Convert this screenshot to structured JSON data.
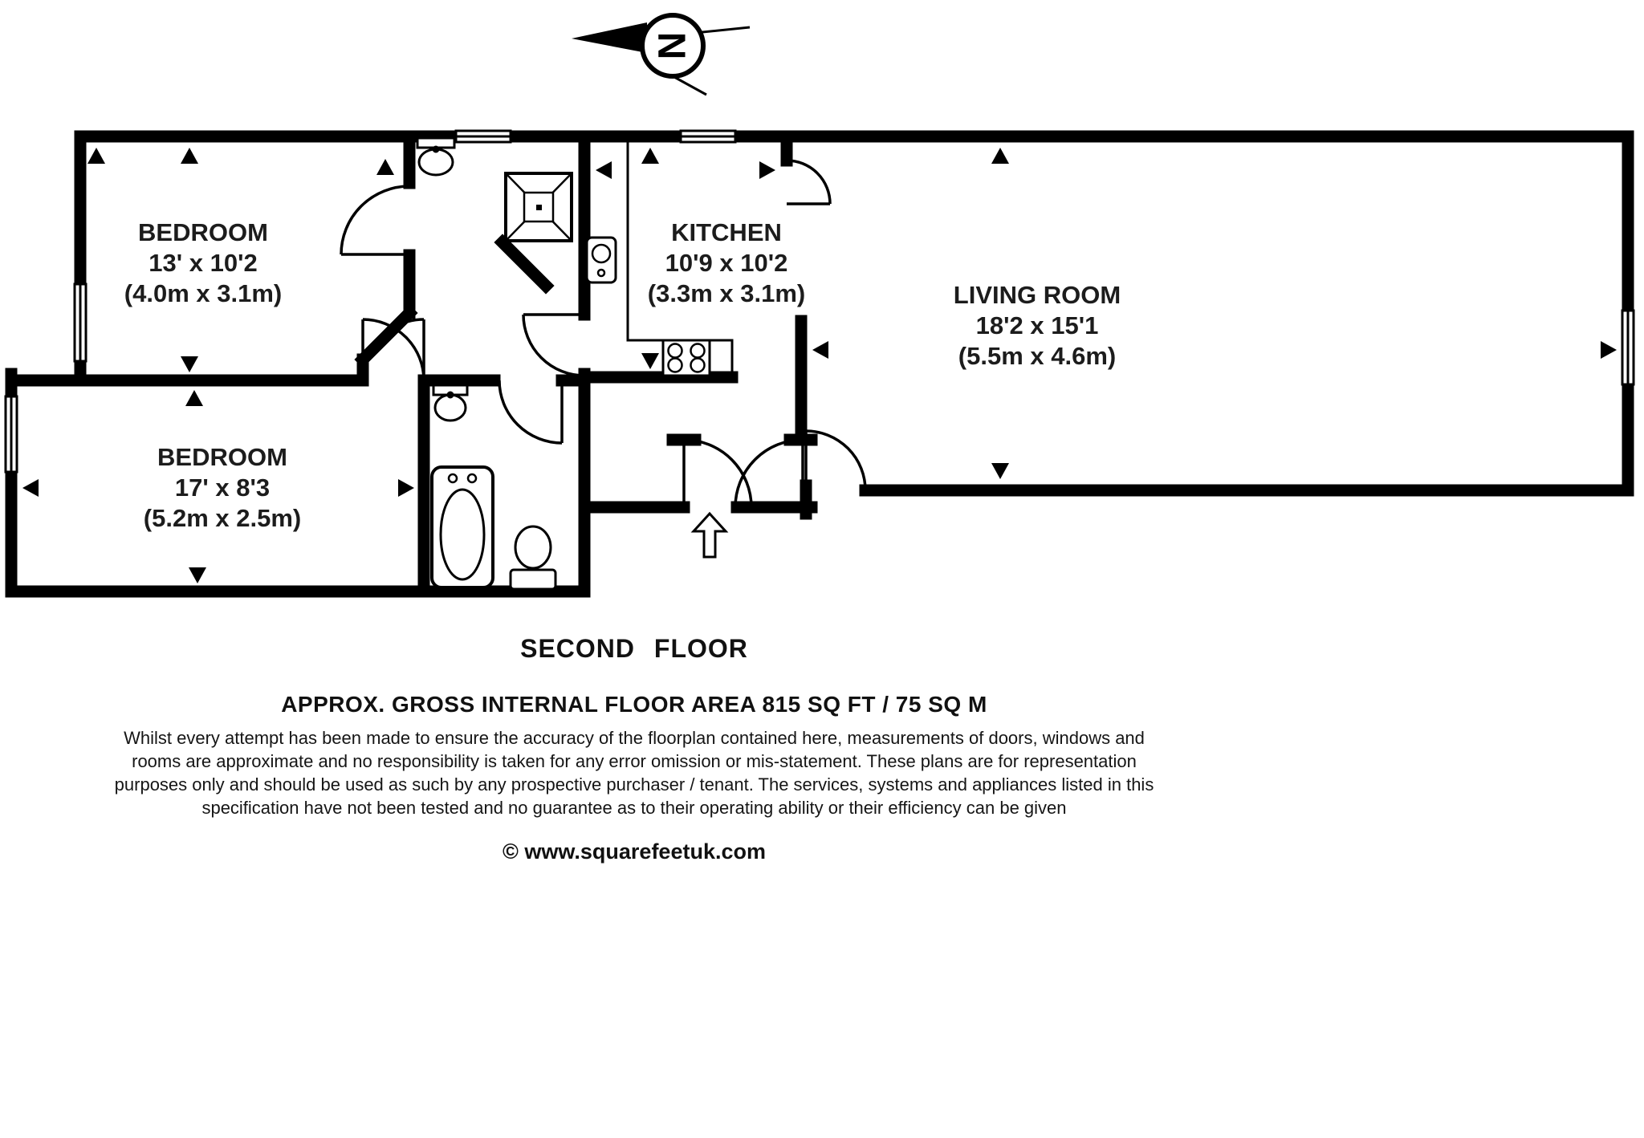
{
  "compass": {
    "label": "N"
  },
  "rooms": {
    "bedroom1": {
      "name": "BEDROOM",
      "imperial": "13' x 10'2",
      "metric": "(4.0m x 3.1m)"
    },
    "kitchen": {
      "name": "KITCHEN",
      "imperial": "10'9 x 10'2",
      "metric": "(3.3m x 3.1m)"
    },
    "living": {
      "name": "LIVING ROOM",
      "imperial": "18'2 x 15'1",
      "metric": "(5.5m x 4.6m)"
    },
    "bedroom2": {
      "name": "BEDROOM",
      "imperial": "17' x 8'3",
      "metric": "(5.2m x 2.5m)"
    }
  },
  "captions": {
    "floor": "SECOND FLOOR",
    "area": "APPROX. GROSS INTERNAL FLOOR AREA 815 SQ FT / 75 SQ M",
    "disclaimer_lines": [
      "Whilst every attempt has been made to ensure the accuracy of the floorplan contained here, measurements of doors, windows and",
      "rooms are approximate and no responsibility is taken for any error omission or mis-statement. These plans are for representation",
      "purposes only and should be used as such by any prospective purchaser / tenant. The services, systems and appliances listed in this",
      "specification have not been tested and no guarantee as to their operating ability or their efficiency can be given"
    ],
    "copyright": "© www.squarefeetuk.com"
  },
  "icons": {
    "north_compass": "circle-with-north-arrow",
    "shower": "square-with-x-and-drain",
    "bath": "rounded-rect-with-oval-tub",
    "toilet": "bowl-with-cistern",
    "basin": "oval-bowl-with-tap",
    "kitchen_sink": "rect-with-round-bowl",
    "hob": "rect-with-four-rings",
    "entrance_arrow": "outline-up-arrow",
    "measurement_marker": "solid-triangle"
  },
  "colors": {
    "wall": "#000000",
    "label_text": "#1c1c1c",
    "background": "#ffffff"
  }
}
